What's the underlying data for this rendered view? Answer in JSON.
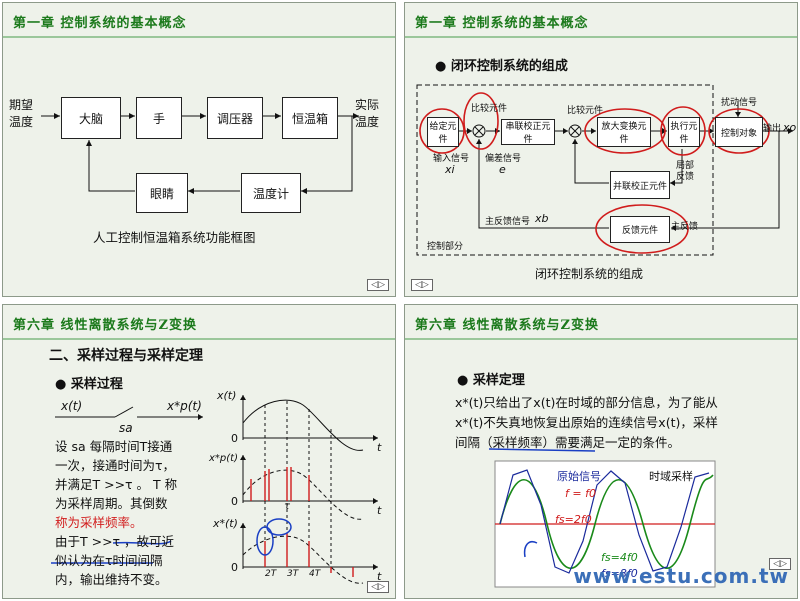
{
  "slide1": {
    "title": "第一章  控制系统的基本概念",
    "input_label": [
      "期望",
      "温度"
    ],
    "output_label": [
      "实际",
      "温度"
    ],
    "blocks": [
      "大脑",
      "手",
      "调压器",
      "恒温箱",
      "眼睛",
      "温度计"
    ],
    "caption": "人工控制恒温箱系统功能框图"
  },
  "slide2": {
    "title": "第一章  控制系统的基本概念",
    "bullet": "闭环控制系统的组成",
    "blocks": {
      "setpoint": "给定元件",
      "series_corr": "串联校正元件",
      "amplifier": "放大变换元件",
      "actuator": "执行元件",
      "plant": "控制对象",
      "parallel_corr": "并联校正元件",
      "feedback": "反馈元件"
    },
    "labels": {
      "compare1": "比较元件",
      "compare2": "比较元件",
      "input_signal": "输入信号",
      "xi": "xi",
      "error_signal": "偏差信号",
      "e": "e",
      "disturbance": "扰动信号",
      "output": "输出",
      "xo": "xo",
      "local_feedback": "局部反馈",
      "main_feedback": "主反馈",
      "main_feedback_signal": "主反馈信号",
      "xb": "xb",
      "control_part": "控制部分",
      "caption": "闭环控制系统的组成"
    }
  },
  "slide3": {
    "title": "第六章  线性离散系统与Z变换",
    "heading": "二、采样过程与采样定理",
    "bullet": "采样过程",
    "switch_in": "x(t)",
    "switch_out": "x*p(t)",
    "switch_label": "sa",
    "text_lines": [
      "设 sa 每隔时间T接通",
      "一次，接通时间为τ，",
      "并满足T >>τ 。 T 称",
      "为采样周期。其倒数",
      "称为采样频率。",
      "由于T >>τ ，故可近",
      "似认为在τ时间间隔",
      "内，输出维持不变。"
    ],
    "plot_labels": {
      "x_t": "x(t)",
      "xp": "x*p(t)",
      "xs": "x*(t)",
      "t": "t",
      "zero": "0",
      "tau": "τ",
      "ticks": [
        "2T",
        "3T",
        "4T"
      ]
    }
  },
  "slide4": {
    "title": "第六章  线性离散系统与Z变换",
    "bullet": "采样定理",
    "text_lines": [
      "x*(t)只给出了x(t)在时域的部分信息，为了能从",
      "x*(t)不失真地恢复出原始的连续信号x(t)，采样",
      "间隔（采样频率）需要满足一定的条件。"
    ],
    "legend": {
      "original": "原始信号",
      "domain": "时域采样",
      "f_eq": "f = f0",
      "fs2": "fs=2f0",
      "fs4": "fs=4f0",
      "fs8": "fs=8f0"
    },
    "watermark": "www.estu.com.tw"
  }
}
